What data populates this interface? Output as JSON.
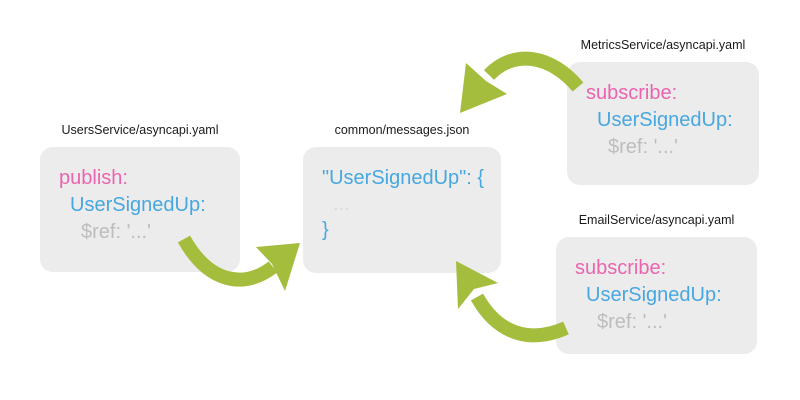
{
  "colors": {
    "green": "#a4bd3c",
    "pink": "#ea64af",
    "blue": "#47a7e0",
    "gray": "#bdbdbd",
    "faint": "#d9dadb",
    "box_bg": "#ececec",
    "title": "#1a1a1a"
  },
  "nodes": {
    "users": {
      "title": "UsersService/asyncapi.yaml",
      "lines": [
        {
          "text": "publish:",
          "color": "pink"
        },
        {
          "text": "UserSignedUp:",
          "color": "blue"
        },
        {
          "text": "$ref: '...'",
          "color": "gray"
        }
      ]
    },
    "common": {
      "title": "common/messages.json",
      "lines": [
        {
          "text": "\"UserSignedUp\": {",
          "color": "blue"
        },
        {
          "text": "...",
          "color": "faint"
        },
        {
          "text": "}",
          "color": "blue"
        }
      ]
    },
    "metrics": {
      "title": "MetricsService/asyncapi.yaml",
      "lines": [
        {
          "text": "subscribe:",
          "color": "pink"
        },
        {
          "text": "UserSignedUp:",
          "color": "blue"
        },
        {
          "text": "$ref: '...'",
          "color": "gray"
        }
      ]
    },
    "email": {
      "title": "EmailService/asyncapi.yaml",
      "lines": [
        {
          "text": "subscribe:",
          "color": "pink"
        },
        {
          "text": "UserSignedUp:",
          "color": "blue"
        },
        {
          "text": "$ref: '...'",
          "color": "gray"
        }
      ]
    }
  },
  "arrows": [
    {
      "from": "UsersService/asyncapi.yaml",
      "to": "common/messages.json"
    },
    {
      "from": "MetricsService/asyncapi.yaml",
      "to": "common/messages.json"
    },
    {
      "from": "EmailService/asyncapi.yaml",
      "to": "common/messages.json"
    }
  ]
}
